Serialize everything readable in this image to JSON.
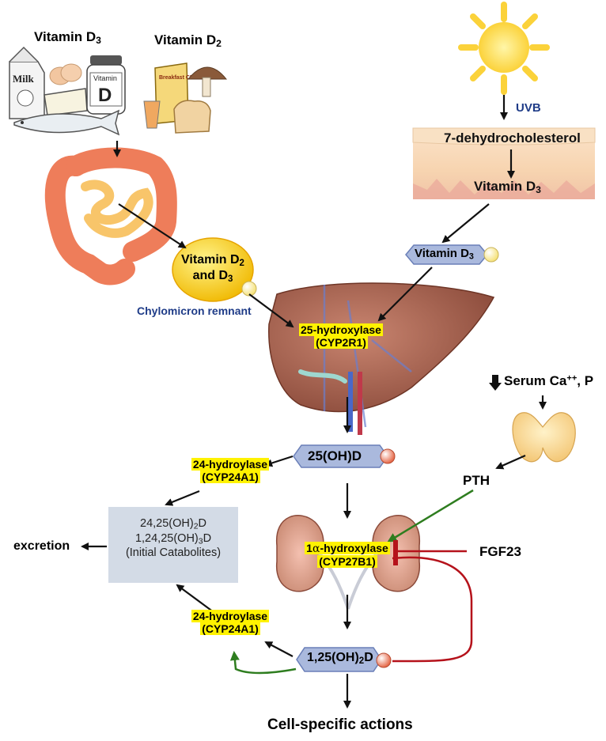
{
  "sources": {
    "vitamin_d3_label": "Vitamin D",
    "vitamin_d3_sub": "3",
    "vitamin_d2_label": "Vitamin D",
    "vitamin_d2_sub": "2",
    "milk_text": "Milk",
    "bottle_text": "Vitamin",
    "bottle_letter": "D",
    "cereal_text": "Breakfast CEREAL"
  },
  "sun": {
    "uvb_label": "UVB"
  },
  "skin": {
    "precursor": "7-dehydrocholesterol",
    "product": "Vitamin D",
    "product_sub": "3"
  },
  "transport": {
    "d3_pill": "Vitamin D",
    "d3_pill_sub": "3",
    "chylo_line1": "Vitamin D",
    "chylo_line1_sub": "2",
    "chylo_line2": "and D",
    "chylo_line2_sub": "3",
    "chylo_caption": "Chylomicron remnant"
  },
  "liver": {
    "enzyme": "25-hydroxylase",
    "gene": "(CYP2R1)"
  },
  "calcidiol": {
    "label": "25(OH)D"
  },
  "regulation": {
    "serum_label": "Serum Ca",
    "serum_sup": "++",
    "serum_tail": ", P",
    "pth": "PTH",
    "fgf23": "FGF23"
  },
  "kidney": {
    "enzyme_prefix": "1",
    "alpha": "α",
    "enzyme_rest": "-hydroxylase",
    "gene": "(CYP27B1)"
  },
  "catabolism": {
    "enzyme_top": "24-hydroylase",
    "gene_top": "(CYP24A1)",
    "enzyme_bottom": "24-hydroylase",
    "gene_bottom": "(CYP24A1)",
    "box_line1_a": "24,25(OH)",
    "box_line1_sub": "2",
    "box_line1_b": "D",
    "box_line2_a": "1,24,25(OH)",
    "box_line2_sub": "3",
    "box_line2_b": "D",
    "box_line3": "(Initial Catabolites)",
    "excretion": "excretion"
  },
  "calcitriol": {
    "label_a": "1,25(OH)",
    "label_sub": "2",
    "label_b": "D"
  },
  "outcome": {
    "label": "Cell-specific actions"
  },
  "colors": {
    "arrow": "#111111",
    "green": "#2e7d1f",
    "red": "#b5121b",
    "highlight": "#fff200",
    "pill_fill": "#aab9dd",
    "pill_stroke": "#6a7fb8",
    "catabolite_box": "#d3dbe6",
    "uvb_text": "#1f3c88",
    "caption_text": "#1f3c88"
  }
}
